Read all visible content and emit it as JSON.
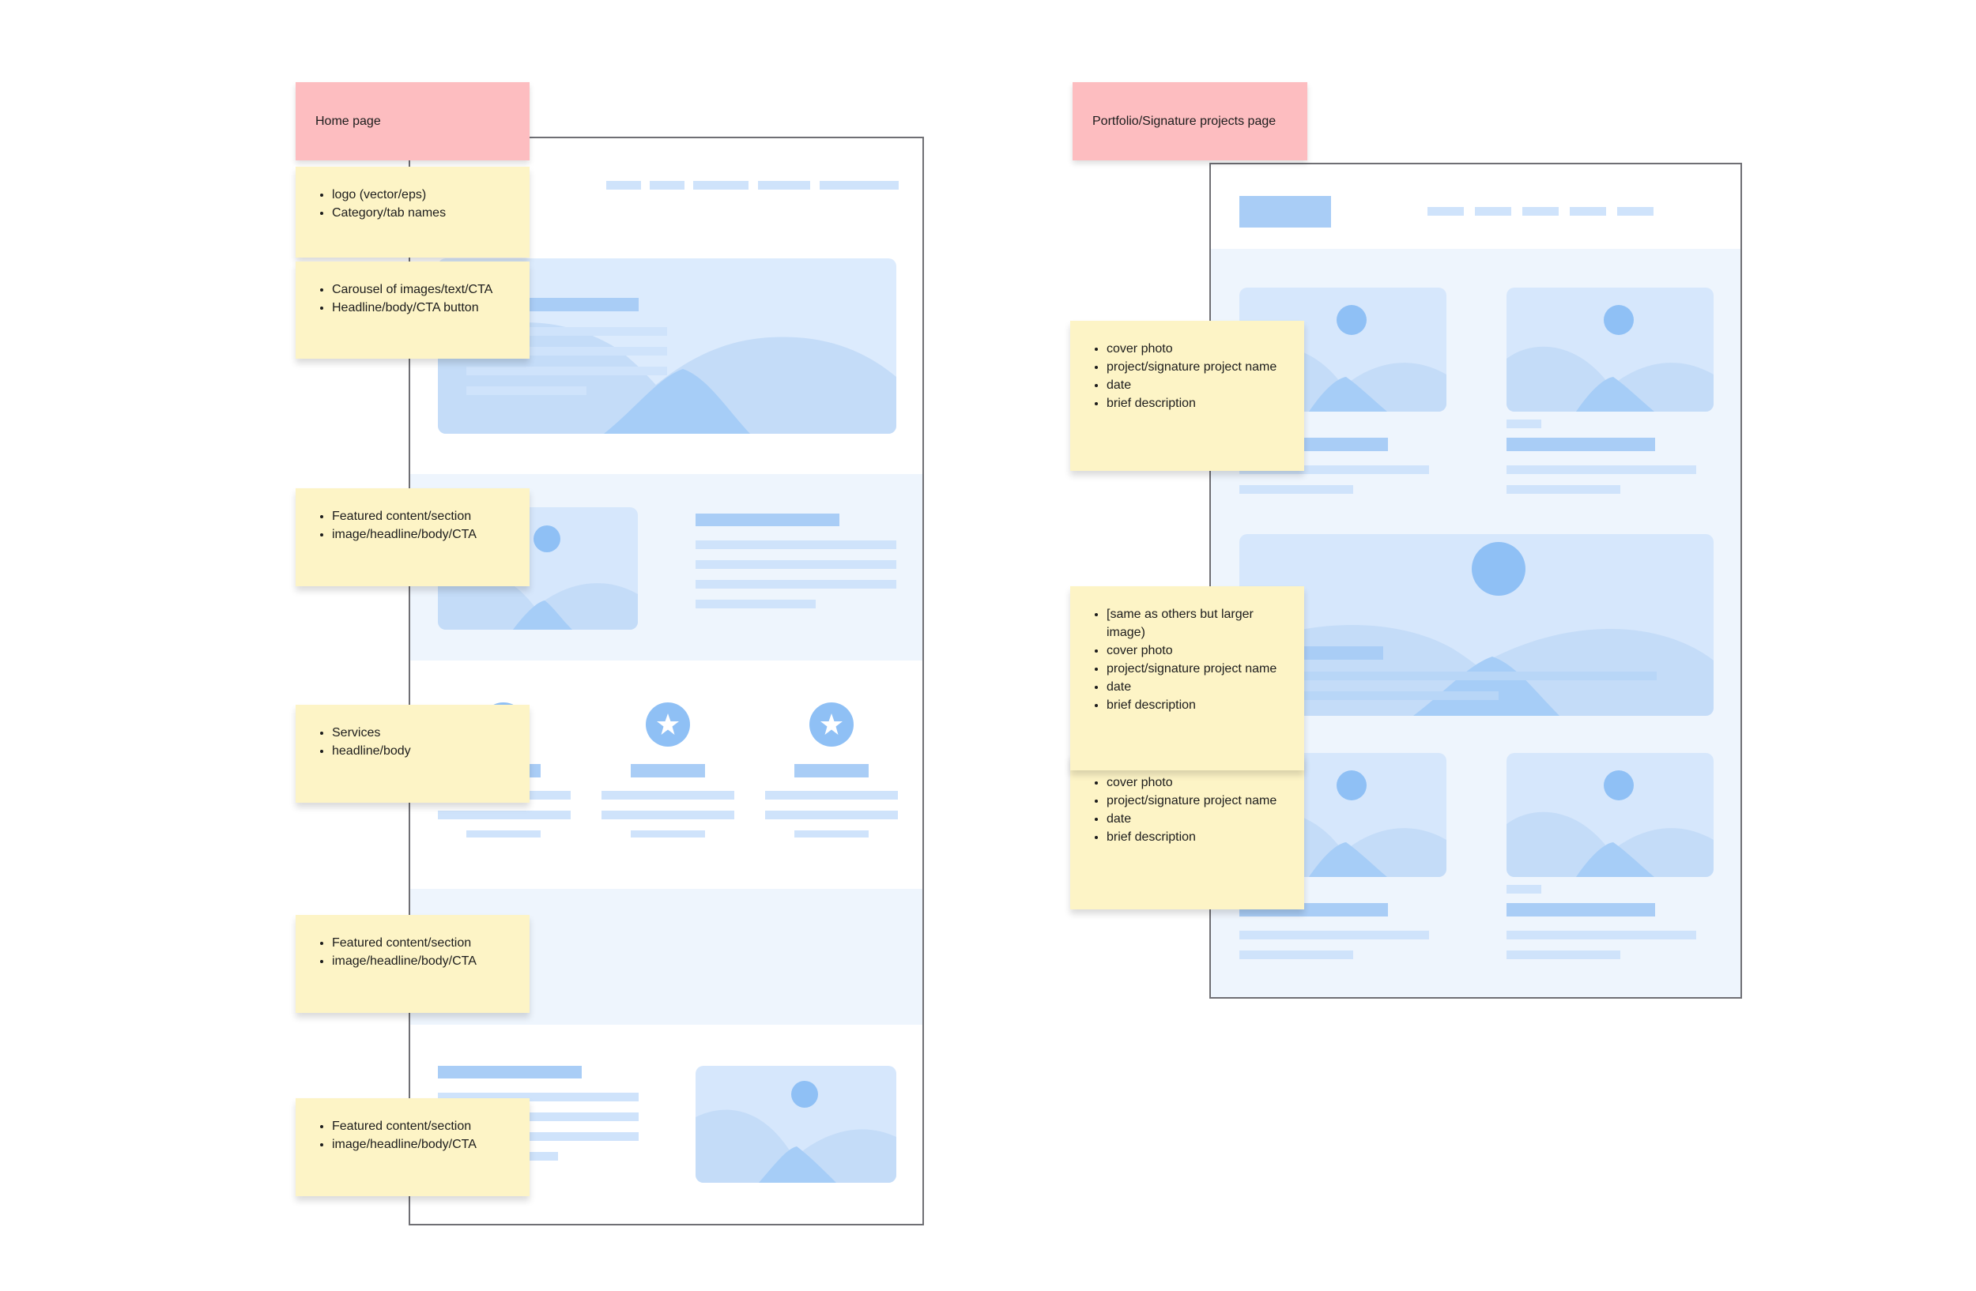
{
  "home": {
    "title": "Home page",
    "notes": [
      {
        "items": [
          "logo (vector/eps)",
          "Category/tab names"
        ]
      },
      {
        "items": [
          "Carousel of images/text/CTA",
          "Headline/body/CTA button"
        ]
      },
      {
        "items": [
          "Featured content/section",
          "image/headline/body/CTA"
        ]
      },
      {
        "items": [
          "Services",
          "headline/body"
        ]
      },
      {
        "items": [
          "Featured content/section",
          "image/headline/body/CTA"
        ]
      },
      {
        "items": [
          "Featured content/section",
          "image/headline/body/CTA"
        ]
      }
    ]
  },
  "portfolio": {
    "title": "Portfolio/Signature projects page",
    "notes": [
      {
        "items": [
          "cover photo",
          "project/signature project name",
          "date",
          "brief description"
        ]
      },
      {
        "items": [
          "[same as others but larger image)",
          "cover photo",
          "project/signature project name",
          "date",
          "brief description"
        ]
      },
      {
        "items": [
          "cover photo",
          "project/signature project name",
          "date",
          "brief description"
        ]
      }
    ]
  },
  "colors": {
    "wireframe_bar": "#cfe3fb",
    "wireframe_bar_dark": "#a9cdf6",
    "image_placeholder": "#d6e7fc",
    "sticky_yellow": "#fdf4c6",
    "sticky_pink": "#fdbdc0"
  }
}
